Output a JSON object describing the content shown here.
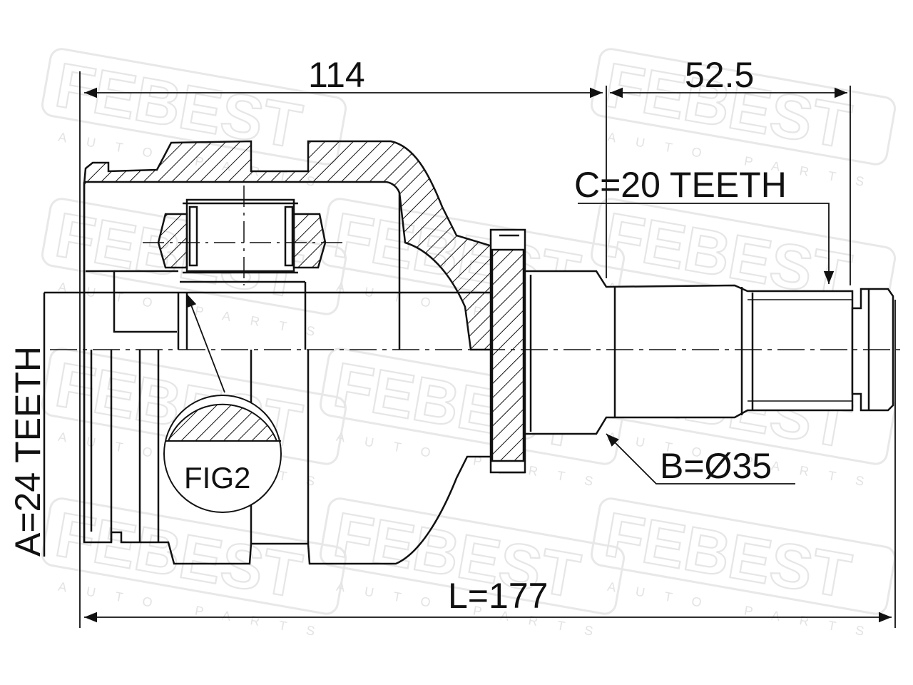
{
  "drawing": {
    "dim_overall_114": "114",
    "dim_spline_52_5": "52.5",
    "label_c_teeth": "C=20 TEETH",
    "label_a_teeth": "A=24 TEETH",
    "label_b_diameter": "B=Ø35",
    "label_length": "L=177",
    "label_fig": "FIG2"
  },
  "watermark": {
    "brand": "FEBEST",
    "tagline": "AUTO PARTS"
  },
  "colors": {
    "line": "#111111",
    "watermark": "#e6e6e6"
  }
}
